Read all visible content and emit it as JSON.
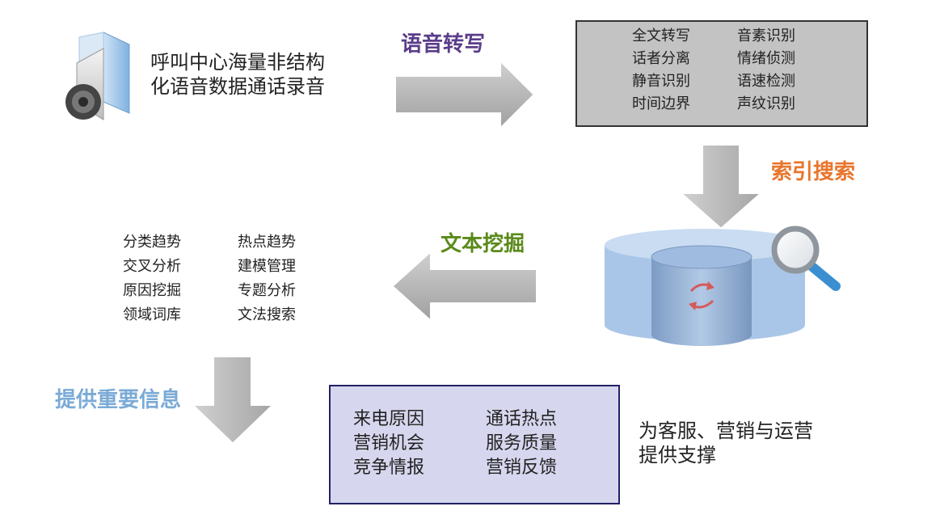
{
  "source": {
    "text_line1": "呼叫中心海量非结构",
    "text_line2": "化语音数据通话录音"
  },
  "steps": {
    "speech": {
      "label": "语音转写",
      "color": "#5a3d8a"
    },
    "index": {
      "label": "索引搜索",
      "color": "#e8762d"
    },
    "mining": {
      "label": "文本挖掘",
      "color": "#5a8a1a"
    },
    "info": {
      "label": "提供重要信息",
      "color": "#7aaad6"
    }
  },
  "transcription_features": [
    "全文转写",
    "音素识别",
    "话者分离",
    "情绪侦测",
    "静音识别",
    "语速检测",
    "时间边界",
    "声纹识别"
  ],
  "mining_features": [
    "分类趋势",
    "热点趋势",
    "交叉分析",
    "建模管理",
    "原因挖掘",
    "专题分析",
    "领域词库",
    "文法搜索"
  ],
  "outputs": [
    "来电原因",
    "通话热点",
    "营销机会",
    "服务质量",
    "竞争情报",
    "营销反馈"
  ],
  "result": {
    "line1": "为客服、营销与运营",
    "line2": "提供支撑"
  }
}
